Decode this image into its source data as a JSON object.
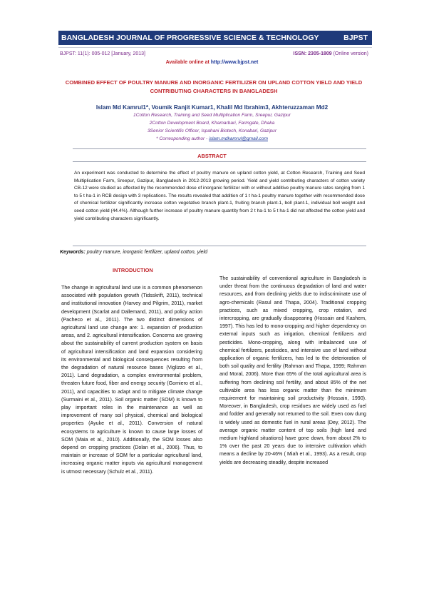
{
  "header": {
    "journal_title": "BANGLADESH JOURNAL OF PROGRESSIVE SCIENCE & TECHNOLOGY",
    "abbrev": "BJPST",
    "citation": "BJPST: 11(1): 005-012 [January, 2013]",
    "issn_label": "ISSN: 2305-1809",
    "issn_note": " (Online version)",
    "available_prefix": "Available online at ",
    "available_url": "http://www.bjpst.net"
  },
  "paper": {
    "title": "COMBINED EFFECT OF POULTRY MANURE AND INORGANIC FERTILIZER ON UPLAND COTTON YIELD AND YIELD CONTRIBUTING CHARACTERS IN BANGLADESH",
    "authors": "Islam Md Kamrul1*, Voumik Ranjit Kumar1, Khalil Md Ibrahim3, Akhteruzzaman Md2",
    "affiliations": [
      "1Cotton Research, Training and Seed Multiplication Farm, Sreepur, Gazipur",
      "2Cotton Development Board, Khamarbari, Farmgate, Dhaka",
      "3Senior Scientific Officer, Ispahani Biotech, Konabari, Gazipur"
    ],
    "corresponding_prefix": "* Corresponding author - ",
    "corresponding_email": "islam.mdkamrul@gmail.com"
  },
  "abstract": {
    "heading": "ABSTRACT",
    "text": "An experiment was conducted to determine the effect of poultry manure on upland cotton yield, at Cotton Research, Training and Seed Multiplication Farm, Sreepur, Gazipur, Bangladesh in 2012-2013 growing period. Yield and yield contributing characters of cotton variety CB-12 were studied as affected by the recommended dose of inorganic fertilizer with or without additive poultry manure rates ranging from 1 to 5 t ha-1 in RCB design with 3 replications. The results revealed that addition of 1 t ha-1 poultry manure together with recommended dose of chemical fertilizer significantly increase cotton vegetative branch plant-1, fruiting branch plant-1, boll plant-1, individual boll weight and seed cotton yield (44.4%). Although further increase of poultry manure quantity from 2 t ha-1 to 5 t ha-1 did not affected the cotton yield and yield contributing characters significantly."
  },
  "keywords": {
    "label": "Keywords:",
    "text": " poultry manure, inorganic fertilizer, upland cotton, yield"
  },
  "intro": {
    "heading": "INTRODUCTION",
    "left_text": "The change in agricultural land use is a common phenomenon associated with population growth (Tidsskrift, 2011), technical and institutional innovation (Harvey and Pilgrim, 2011), market development (Scarlat and Dallemand, 2011), and policy action (Pacheco et al., 2011). The two distinct dimensions of agricultural land use change are: 1. expansion of production areas, and 2. agricultural intensification. Concerns are growing about the sustainability of current production system on basis of agricultural intensification and land expansion considering its environmental and biological consequences resulting from the degradation of natural resource bases (Viglizzo et al., 2011). Land degradation, a complex environmental problem, threaten future food, fiber and energy security (Gomiero et al., 2011), and capacities to adapt and to mitigate climate change (Surmaini et al., 2011). Soil organic matter (SOM) is known to play important roles in the maintenance as well as improvement of many soil physical, chemical and biological properties (Ayuke et al., 2011). Conversion of natural ecosystems to agriculture is known to cause large losses of SOM (Maia et al., 2010). Additionally, the SOM losses also depend on cropping practices (Dolan et al., 2006). Thus, to maintain or increase of SOM for a particular agricultural land, increasing organic matter inputs via agricultural management is utmost necessary (Schulz et al., 2011).",
    "right_text": "The sustainability of conventional agriculture in Bangladesh is under threat from the continuous degradation of land and water resources, and from declining yields due to indiscriminate use of agro-chemicals (Rasul and Thapa, 2004). Traditional cropping practices, such as mixed cropping, crop rotation, and intercropping, are gradually disappearing (Hossain and Kashem, 1997). This has led to mono-cropping and higher dependency on external inputs such as irrigation, chemical fertilizers and pesticides. Mono-cropping, along with imbalanced use of chemical fertilizers, pesticides, and intensive use of land without application of organic fertilizers, has led to the deterioration of both soil quality and fertility (Rahman and Thapa, 1999; Rahman and Moral, 2006). More than 65% of the total agricultural area is suffering from declining soil fertility, and about 85% of the net cultivable area has less organic matter than the minimum requirement for maintaining soil productivity (Hossain, 1990). Moreover, in Bangladesh, crop residues are widely used as fuel and fodder and generally not returned to the soil. Even cow dung is widely used as domestic fuel in rural areas (Dey, 2012). The average organic matter content of top soils (high land and medium highland situations) have gone down, from about 2% to 1% over the past 20 years due to intensive cultivation which means a decline by 20-46% ( Miah et al., 1993). As a result, crop yields are decreasing steadily, despite increased"
  },
  "colors": {
    "banner": "#1f3a7a",
    "heading_red": "#c0242b",
    "meta_purple": "#7a2a8a",
    "link_blue": "#1f3a9a"
  }
}
